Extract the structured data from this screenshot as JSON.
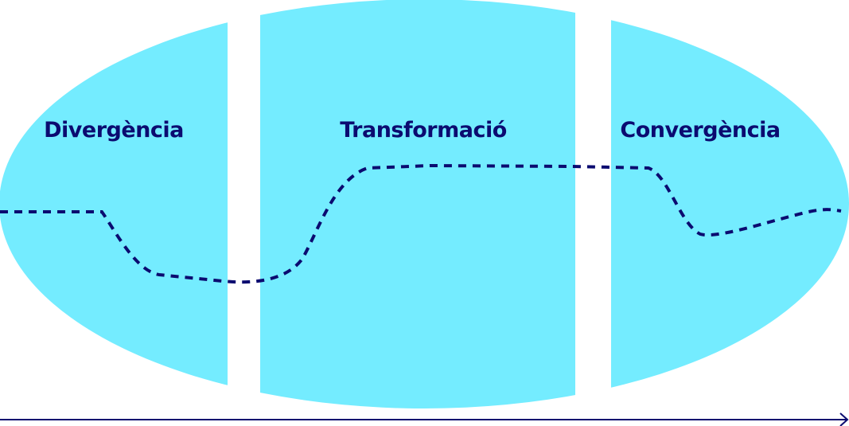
{
  "phases": [
    {
      "label": "Divergència"
    },
    {
      "label": "Transformació"
    },
    {
      "label": "Convergència"
    }
  ],
  "colors": {
    "fill": "#74ecff",
    "line": "#0b0b70"
  },
  "icons": {
    "arrow": "right-arrow-icon"
  }
}
